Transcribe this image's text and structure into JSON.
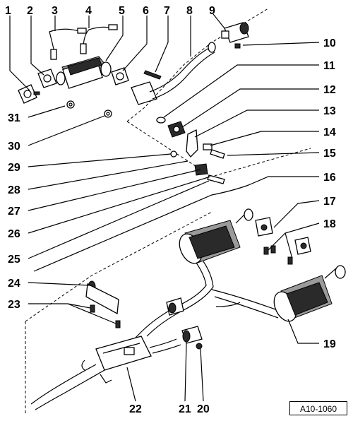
{
  "labels": {
    "l1": "1",
    "l2": "2",
    "l3": "3",
    "l4": "4",
    "l5": "5",
    "l6": "6",
    "l7": "7",
    "l8": "8",
    "l9": "9",
    "l10": "10",
    "l11": "11",
    "l12": "12",
    "l13": "13",
    "l14": "14",
    "l15": "15",
    "l16": "16",
    "l17": "17",
    "l18": "18",
    "l19": "19",
    "l20": "20",
    "l21": "21",
    "l22": "22",
    "l23": "23",
    "l24": "24",
    "l25": "25",
    "l26": "26",
    "l27": "27",
    "l28": "28",
    "l29": "29",
    "l30": "30",
    "l31": "31"
  },
  "reference": "A10-1060"
}
